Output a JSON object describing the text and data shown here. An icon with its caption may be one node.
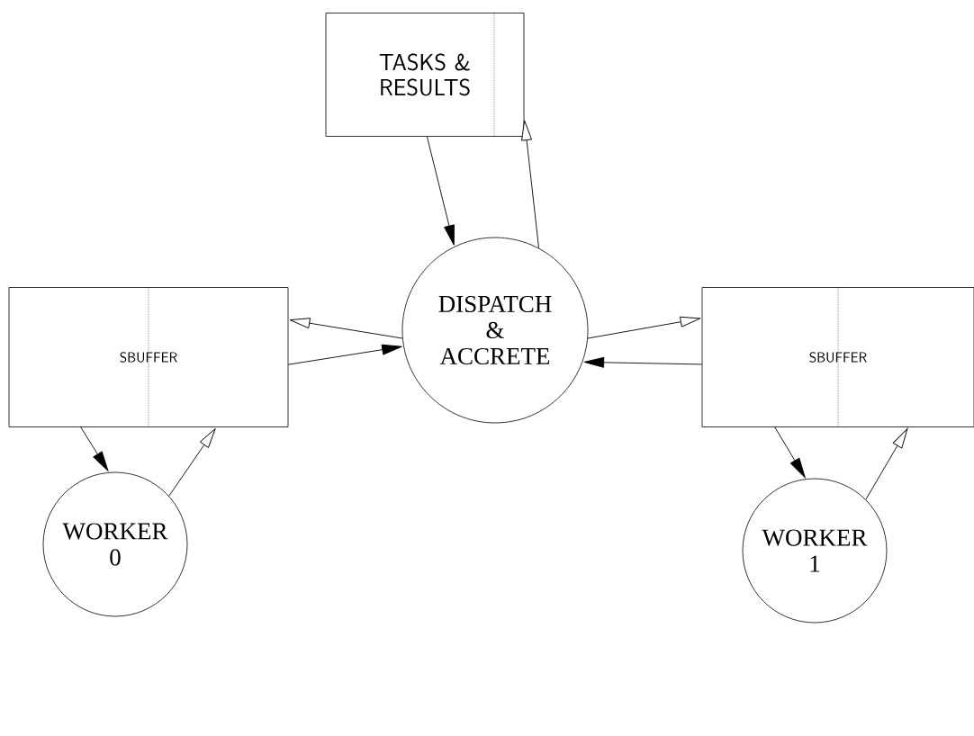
{
  "diagram": {
    "nodes": [
      {
        "text": [
          "TASKS & RESULTS"
        ]
      },
      {
        "text": [
          "SBUFFER"
        ]
      },
      {
        "text": [
          "DISPATCH & ACCRETE"
        ]
      },
      {
        "text": [
          "SBUFFER"
        ]
      },
      {
        "text": [
          "WORKER 0"
        ]
      },
      {
        "text": [
          "WORKER 1"
        ]
      }
    ],
    "edges": [
      {
        "from": 0,
        "to": 2,
        "arrow": "to"
      },
      {
        "from": 2,
        "to": 0,
        "arrow": "to"
      },
      {
        "from": 2,
        "to": 1,
        "arrow": "to"
      },
      {
        "from": 1,
        "to": 2,
        "arrow": "to"
      },
      {
        "from": 2,
        "to": 3,
        "arrow": "to"
      },
      {
        "from": 3,
        "to": 2,
        "arrow": "to"
      },
      {
        "from": 1,
        "to": 4,
        "arrow": "to"
      },
      {
        "from": 4,
        "to": 1,
        "arrow": "to"
      },
      {
        "from": 3,
        "to": 5,
        "arrow": "to"
      },
      {
        "from": 5,
        "to": 3,
        "arrow": "to"
      }
    ]
  }
}
